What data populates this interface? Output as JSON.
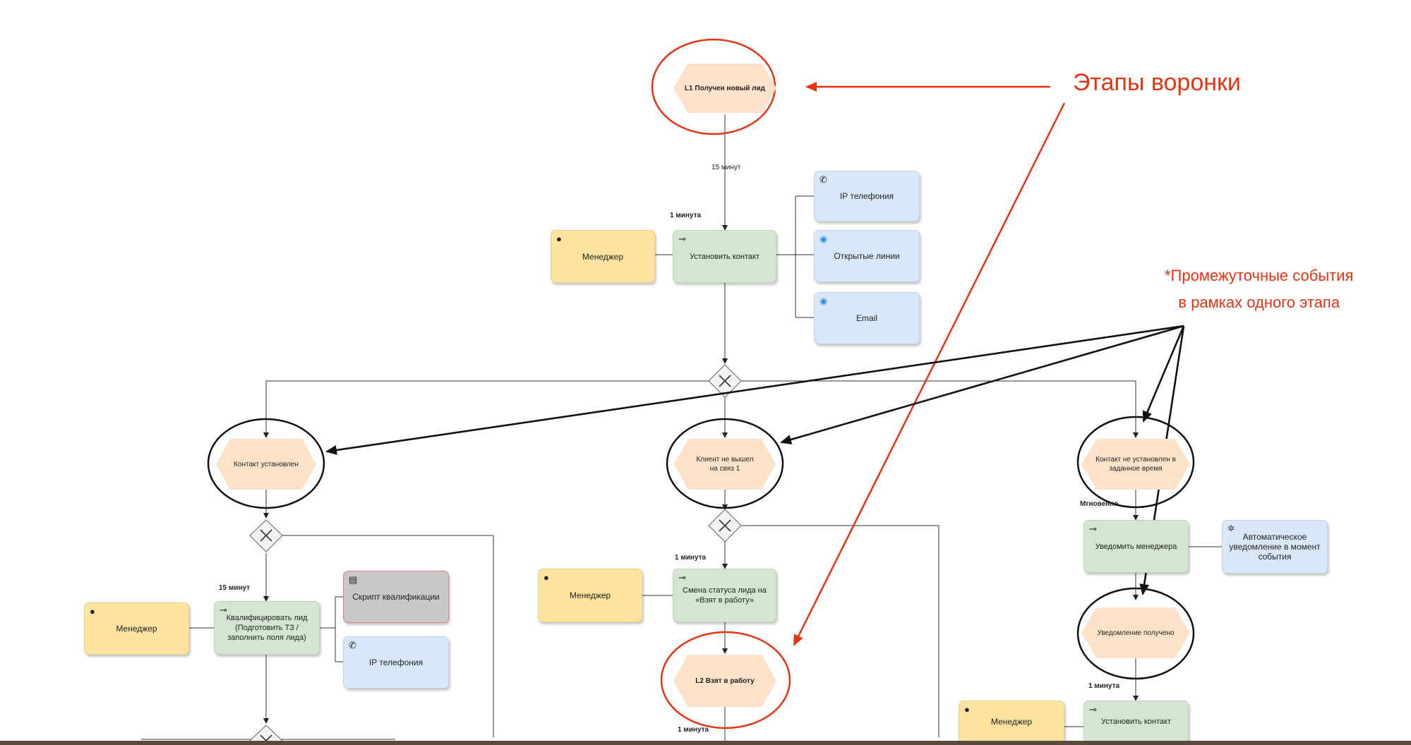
{
  "annotations": {
    "funnel_stages": "Этапы воронки",
    "intermediate_line1": "*Промежуточные события",
    "intermediate_line2": "в рамках одного этапа"
  },
  "stages": {
    "l1": "L1 Получен новый лид",
    "l2": "L2 Взят в работу"
  },
  "events": {
    "contact_established": "Контакт установлен",
    "client_no_contact_line1": "Клиент не вышел",
    "client_no_contact_line2": "на связ 1",
    "contact_not_established_line1": "Контакт не установлен в",
    "contact_not_established_line2": "заданное время",
    "notification_received": "Уведомление получено"
  },
  "tasks": {
    "establish_contact": "Установить контакт",
    "qualify_line1": "Квалифицировать лид",
    "qualify_line2": "(Подготовить ТЗ /",
    "qualify_line3": "заполнить поля лида)",
    "status_change_line1": "Смена статуса лида на",
    "status_change_line2": "«Взят в работу»",
    "notify_manager": "Уведомить менеджера",
    "establish_contact_2": "Установить контакт"
  },
  "roles": {
    "manager": "Менеджер"
  },
  "systems": {
    "ip_telephony": "IP телефония",
    "open_lines": "Открытые линии",
    "email": "Email",
    "qualification_script": "Скрипт квалификации",
    "auto_notify_line1": "Автоматическое",
    "auto_notify_line2": "уведомление в момент",
    "auto_notify_line3": "события"
  },
  "timings": {
    "t15min_lower": "15 минут",
    "t1min": "1 минута",
    "t15min": "15 минут",
    "instant": "Мгновенно"
  },
  "colors": {
    "stage_circle": "#e63312",
    "event_circle": "#111111",
    "role": "#fde39f",
    "task": "#d3e6cf",
    "system": "#d8e7f9",
    "event": "#fde2c9",
    "document": "#c8c8c8"
  },
  "icons": {
    "role": "person-icon",
    "task": "task-key-icon",
    "phone": "phone-icon",
    "web": "globe-icon",
    "document": "document-icon",
    "gateway": "exclusive-gateway-icon",
    "automation": "gear-icon"
  }
}
